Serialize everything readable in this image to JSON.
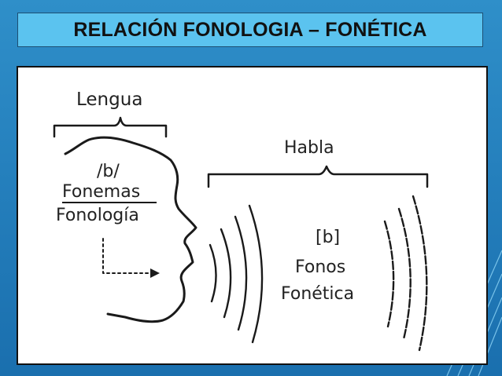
{
  "title": "RELACIÓN FONOLOGIA – FONÉTICA",
  "diagram": {
    "lengua": "Lengua",
    "habla": "Habla",
    "phoneme_symbol": "/b/",
    "fonemas": "Fonemas",
    "fonologia": "Fonología",
    "phone_symbol": "[b]",
    "fonos": "Fonos",
    "fonetica": "Fonética"
  }
}
